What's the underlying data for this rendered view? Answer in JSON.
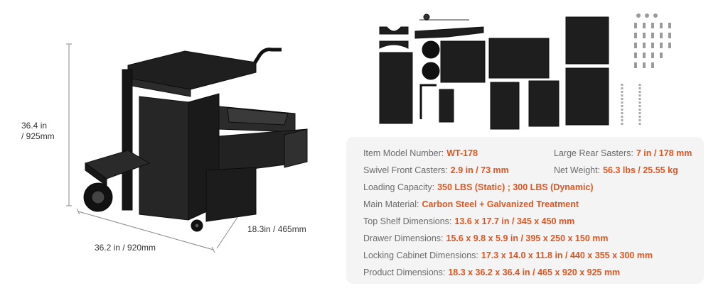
{
  "dimensions": {
    "height_line1": "36.4 in",
    "height_line2": "/ 925mm",
    "depth": "18.3in / 465mm",
    "width": "36.2 in / 920mm"
  },
  "colors": {
    "accent": "#e0551f",
    "label": "#6b6b6b",
    "panel_bg": "#f4f4f4",
    "product": "#1f1f1f"
  },
  "specs": [
    {
      "label": "Item Model Number:",
      "value": "WT-178"
    },
    {
      "label": "Large Rear Sasters:",
      "value": "7 in / 178 mm"
    },
    {
      "label": "Swivel Front Casters:",
      "value": "2.9 in / 73 mm"
    },
    {
      "label": "Net Weight:",
      "value": "56.3 lbs / 25.55 kg"
    },
    {
      "label": "Loading Capacity:",
      "value": "350 LBS (Static) ; 300 LBS (Dynamic)"
    },
    {
      "label": "Main Material:",
      "value": "Carbon Steel + Galvanized Treatment"
    },
    {
      "label": "Top Shelf Dimensions:",
      "value": "13.6 x 17.7 in / 345 x 450 mm"
    },
    {
      "label": "Drawer Dimensions:",
      "value": "15.6 x 9.8 x 5.9 in / 395 x 250 x 150 mm"
    },
    {
      "label": "Locking Cabinet Dimensions:",
      "value": "17.3 x 14.0 x 11.8 in / 440 x 355 x 300 mm"
    },
    {
      "label": "Product Dimensions:",
      "value": "18.3 x 36.2 x 36.4 in / 465 x 920 x 925 mm"
    }
  ]
}
